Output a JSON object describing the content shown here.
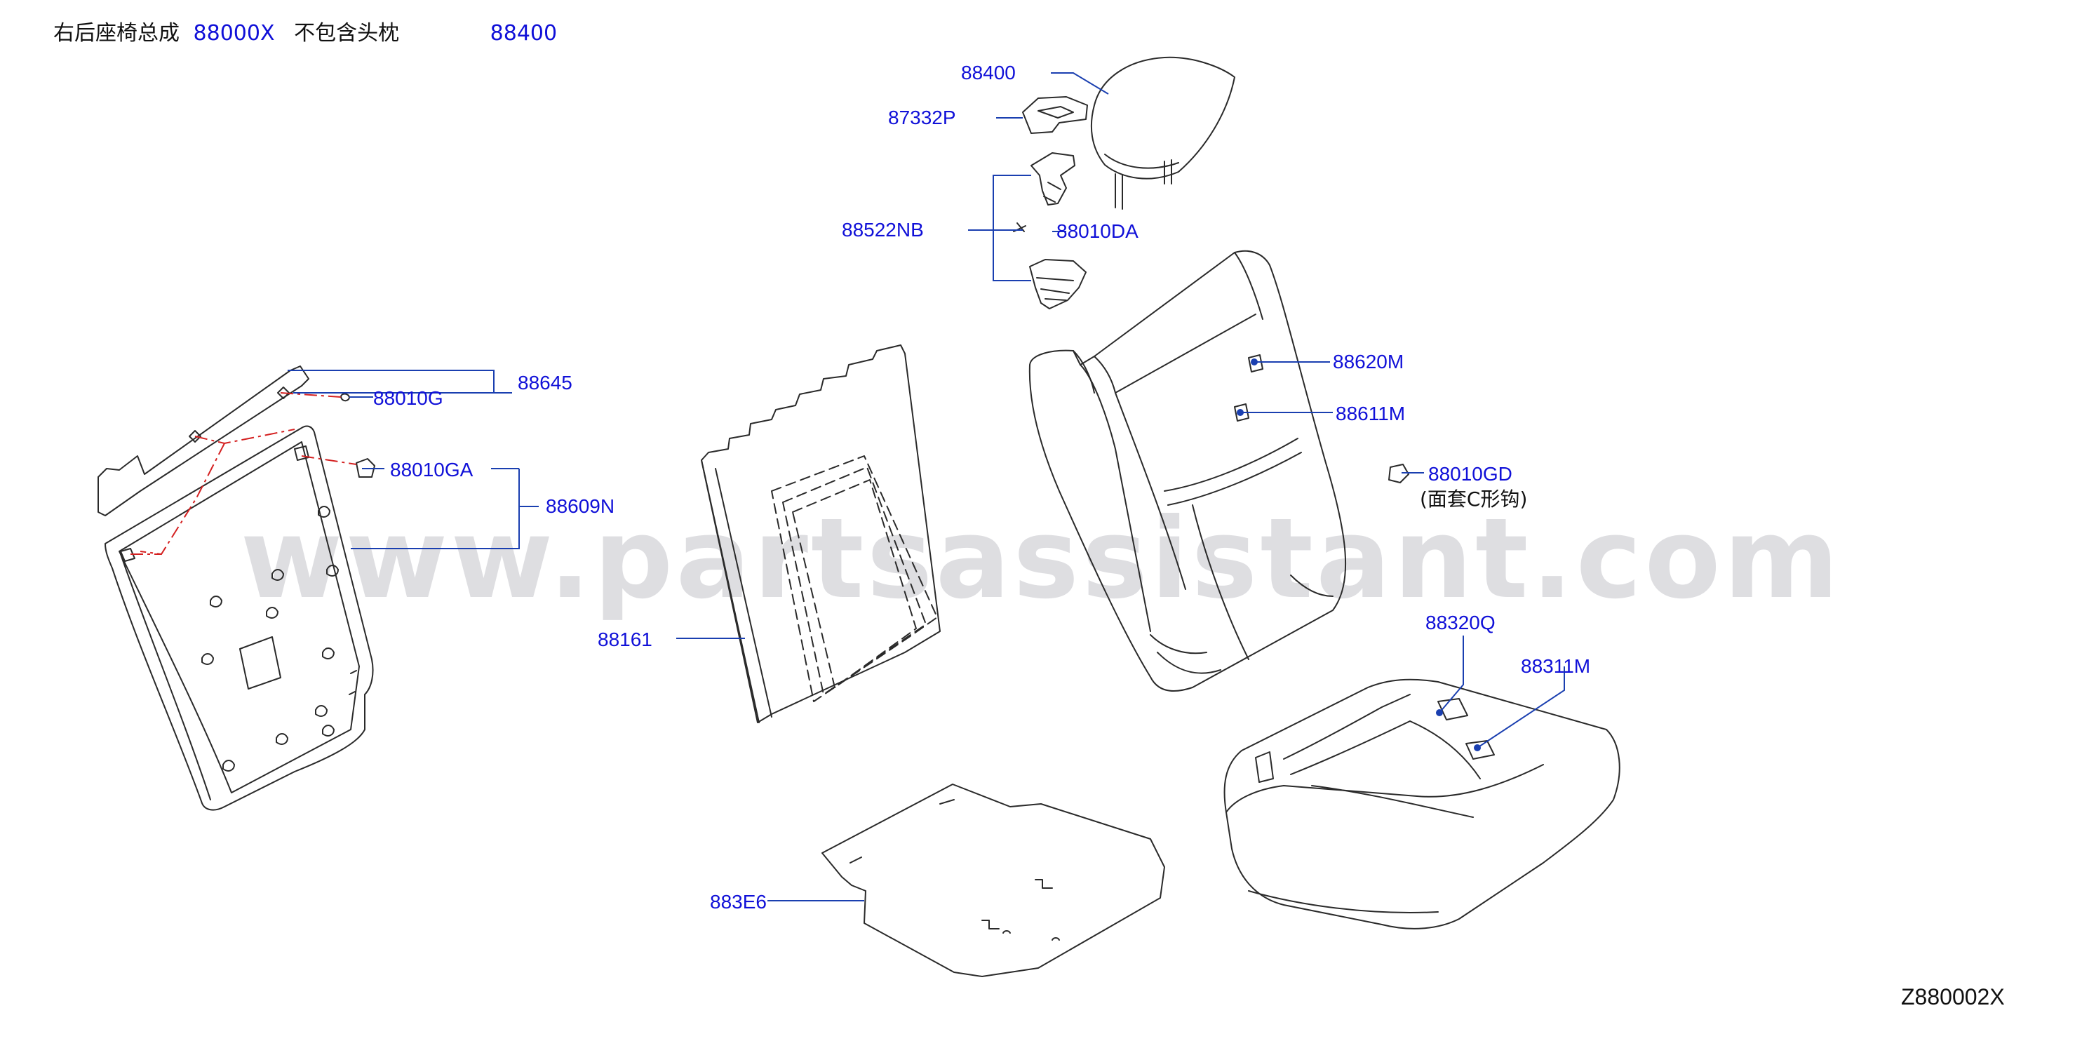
{
  "header": {
    "title_prefix": "右后座椅总成",
    "assembly_code": "88000X",
    "note": "不包含头枕",
    "headrest_code": "88400"
  },
  "watermark": "www.partsassistant.com",
  "document_id": "Z880002X",
  "callouts": {
    "headrest": "88400",
    "guide_clip": "87332P",
    "latch_assy": "88522NB",
    "latch_screw": "88010DA",
    "back_cover_upper": "88620M",
    "back_cover_lower": "88611M",
    "cover_hook": "88010GD",
    "cover_hook_note": "(面套C形钩)",
    "back_board_clip": "88010G",
    "back_board": "88645",
    "back_panel_clip": "88010GA",
    "back_panel": "88609N",
    "back_pad_mat": "88161",
    "cushion_cover_a": "88320Q",
    "cushion_cover_b": "88311M",
    "cushion_board": "883E6"
  },
  "colors": {
    "label": "#1010d8",
    "line_art": "#2a2a2a",
    "leader": "#1a3fb0",
    "dash_dot": "#d42020",
    "watermark": "#d3d3d8"
  }
}
